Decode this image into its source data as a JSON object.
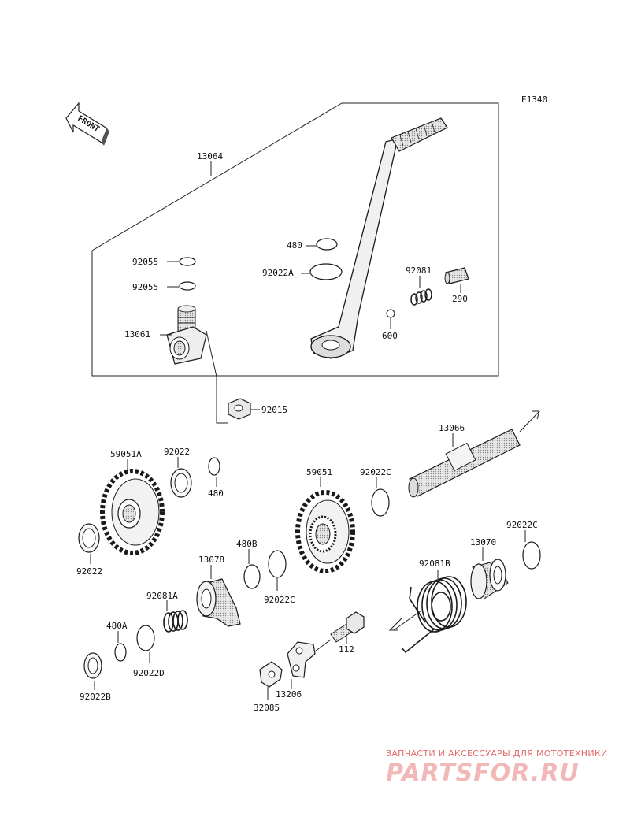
{
  "diagram_code": "E1340",
  "front_label": "FRONT",
  "labels": {
    "p13064": "13064",
    "p480_top": "480",
    "p92022A": "92022A",
    "p92081": "92081",
    "p290": "290",
    "p600": "600",
    "p92055_a": "92055",
    "p92055_b": "92055",
    "p13061": "13061",
    "p92015": "92015",
    "p13066": "13066",
    "p59051A": "59051A",
    "p92022_a": "92022",
    "p480_mid": "480",
    "p92022_b": "92022",
    "p59051": "59051",
    "p92022C_a": "92022C",
    "p92022C_b": "92022C",
    "p13070": "13070",
    "p92081B": "92081B",
    "p480B": "480B",
    "p13078": "13078",
    "p92022C_c": "92022C",
    "p92081A": "92081A",
    "p480A": "480A",
    "p92022D": "92022D",
    "p92022B": "92022B",
    "p112": "112",
    "p13206": "13206",
    "p32085": "32085"
  },
  "watermark": {
    "tagline": "ЗАПЧАСТИ И АКСЕССУАРЫ ДЛЯ МОТОТЕХНИКИ",
    "brand": "PARTSFOR.RU"
  }
}
